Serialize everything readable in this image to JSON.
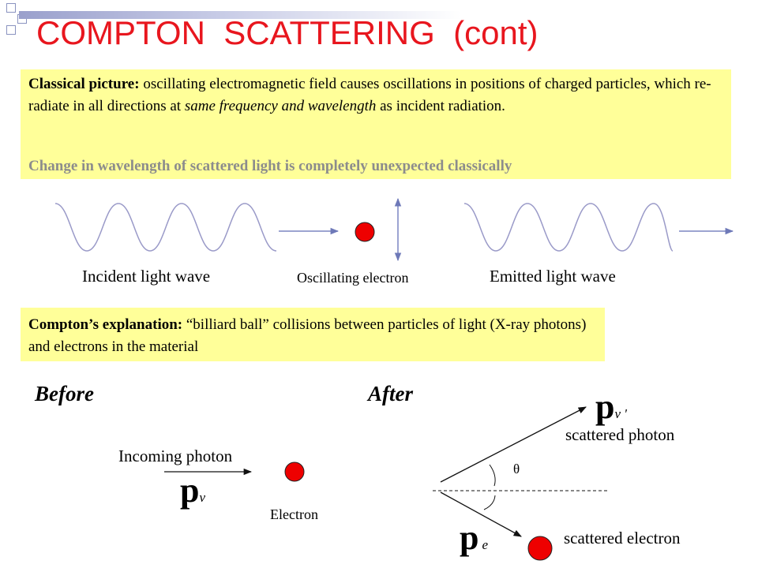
{
  "title": "COMPTON  SCATTERING  (cont)",
  "classical": {
    "lead": "Classical picture:",
    "text_a": " oscillating electromagnetic field causes oscillations in positions of charged particles, which re-radiate in all directions at ",
    "italic": "same frequency and wavelength",
    "text_b": " as incident radiation.",
    "note": "Change in wavelength of scattered light is completely unexpected classically"
  },
  "waves": {
    "incident_label": "Incident light wave",
    "oscillating_label": "Oscillating electron",
    "emitted_label": "Emitted light wave"
  },
  "compton": {
    "lead": "Compton’s explanation:",
    "text": " “billiard ball” collisions between particles of light (X-ray photons) and electrons in the material"
  },
  "before": {
    "heading": "Before",
    "incoming_label": "Incoming photon",
    "electron_label": "Electron",
    "momentum_symbol": "p",
    "momentum_sub": "ν"
  },
  "after": {
    "heading": "After",
    "scattered_photon_label": "scattered photon",
    "scattered_electron_label": "scattered electron",
    "angle_symbol": "θ",
    "photon_symbol": "p",
    "photon_sub": "ν '",
    "electron_symbol": "p",
    "electron_sub": "e"
  },
  "colors": {
    "title": "#e8161e",
    "box": "#ffff99",
    "note": "#8c8c8c",
    "electron": "#ee0000",
    "wave": "#8f8fc4",
    "arrow": "#7b86c2"
  }
}
